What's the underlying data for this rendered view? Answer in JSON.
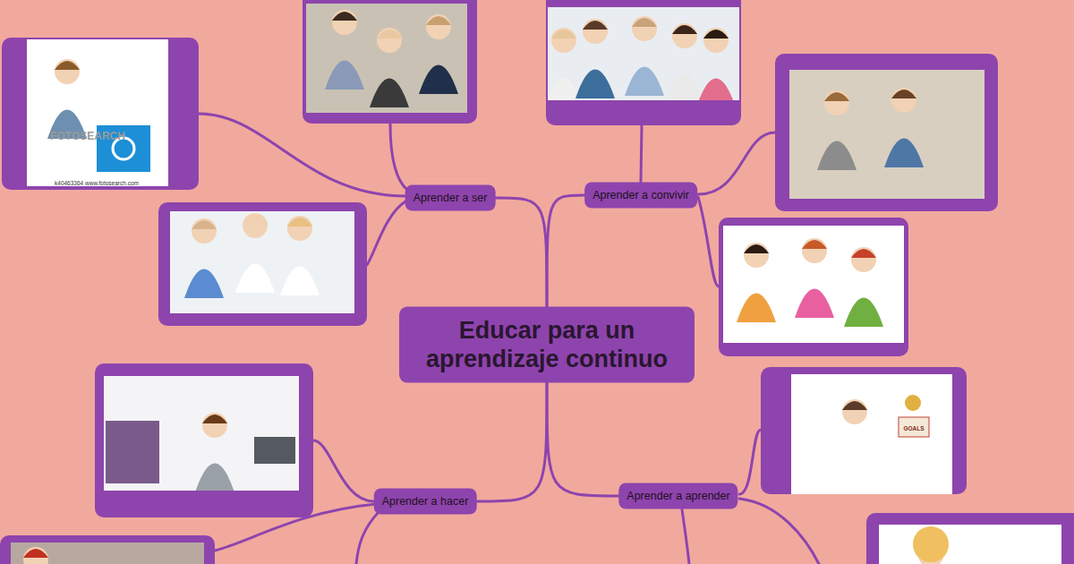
{
  "diagram": {
    "nodes": [
      {
        "text": [
          "Educar para un aprendizaje continuo"
        ]
      },
      {
        "text": [
          "Aprender a ser"
        ]
      },
      {
        "text": [
          "Aprender a convivir"
        ]
      },
      {
        "text": [
          "Aprender a hacer"
        ]
      },
      {
        "text": [
          "Aprender a aprender"
        ]
      }
    ],
    "edges": [
      {
        "from": 0,
        "to": 1,
        "arrow": "none"
      },
      {
        "from": 0,
        "to": 2,
        "arrow": "none"
      },
      {
        "from": 0,
        "to": 3,
        "arrow": "none"
      },
      {
        "from": 0,
        "to": 4,
        "arrow": "none"
      }
    ],
    "labels": [
      "FOTOSEARCH",
      "k40463364 www.fotosearch.com",
      "GOALS"
    ]
  }
}
